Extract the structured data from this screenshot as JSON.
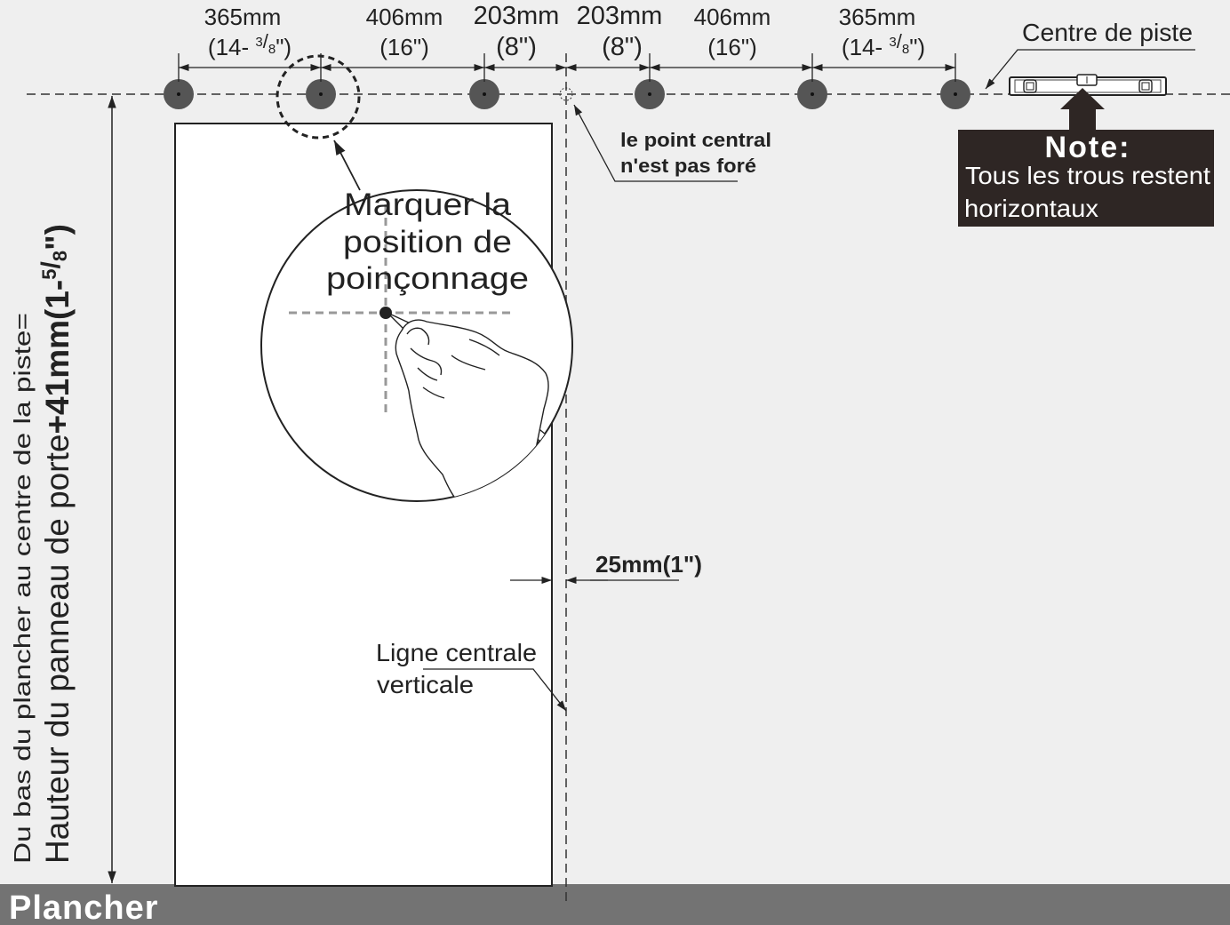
{
  "dimensions": [
    {
      "mm": "365mm",
      "inch": "(14- 3/8\")",
      "inch_lead": "(14- ",
      "inch_num": "3",
      "inch_den": "8",
      "inch_tail": "\")"
    },
    {
      "mm": "406mm",
      "inch": "(16\")"
    },
    {
      "mm": "203mm",
      "inch": "(8\")"
    },
    {
      "mm": "203mm",
      "inch": "(8\")"
    },
    {
      "mm": "406mm",
      "inch": "(16\")"
    },
    {
      "mm": "365mm",
      "inch": "(14- 3/8\")",
      "inch_lead": "(14- ",
      "inch_num": "3",
      "inch_den": "8",
      "inch_tail": "\")"
    }
  ],
  "track_center_label": "Centre de piste",
  "center_point_note": [
    "le point central",
    "n'est pas foré"
  ],
  "note": {
    "title": "Note:",
    "line1": " Tous les trous restent",
    "line2": "horizontaux"
  },
  "magnifier_label": [
    "Marquer la",
    "position de",
    "poinçonnage"
  ],
  "offset_label": "25mm(1\")",
  "vertical_centerline_label": [
    "Ligne centrale",
    "verticale"
  ],
  "height_label": {
    "line1": "Du bas du plancher au centre de la piste=",
    "line2_prefix": "Hauteur du panneau de porte",
    "line2_bold": "+41mm(1-",
    "frac_num": "5",
    "frac_den": "8",
    "line2_tail": "\")"
  },
  "floor_label": "Plancher",
  "colors": {
    "background": "#efefef",
    "floor": "#737373",
    "hole": "#555555",
    "note_box": "#2e2624",
    "ink": "#222222"
  },
  "icons": [
    "level-tool-icon",
    "hand-pencil-icon"
  ]
}
